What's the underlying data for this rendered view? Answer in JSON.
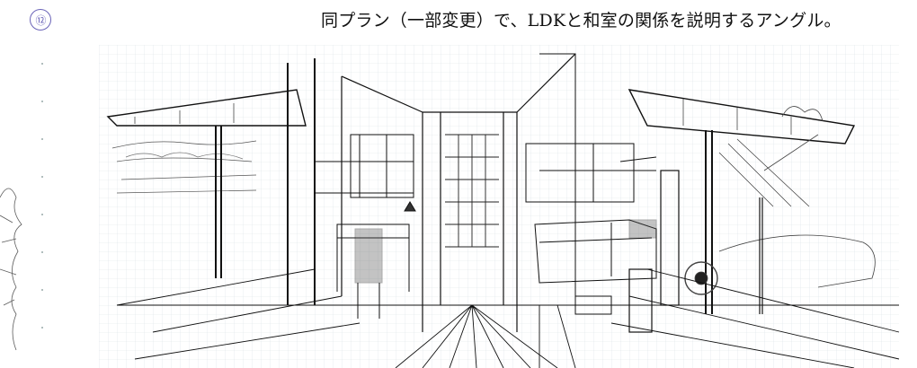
{
  "page": {
    "number": "⑫",
    "caption": "同プラン（一部変更）で、LDKと和室の関係を説明するアングル。"
  },
  "sketch": {
    "description_icon": "perspective-interior-sketch",
    "line_color": "#1a1a1a",
    "grid_color": "#cfd8dc"
  }
}
